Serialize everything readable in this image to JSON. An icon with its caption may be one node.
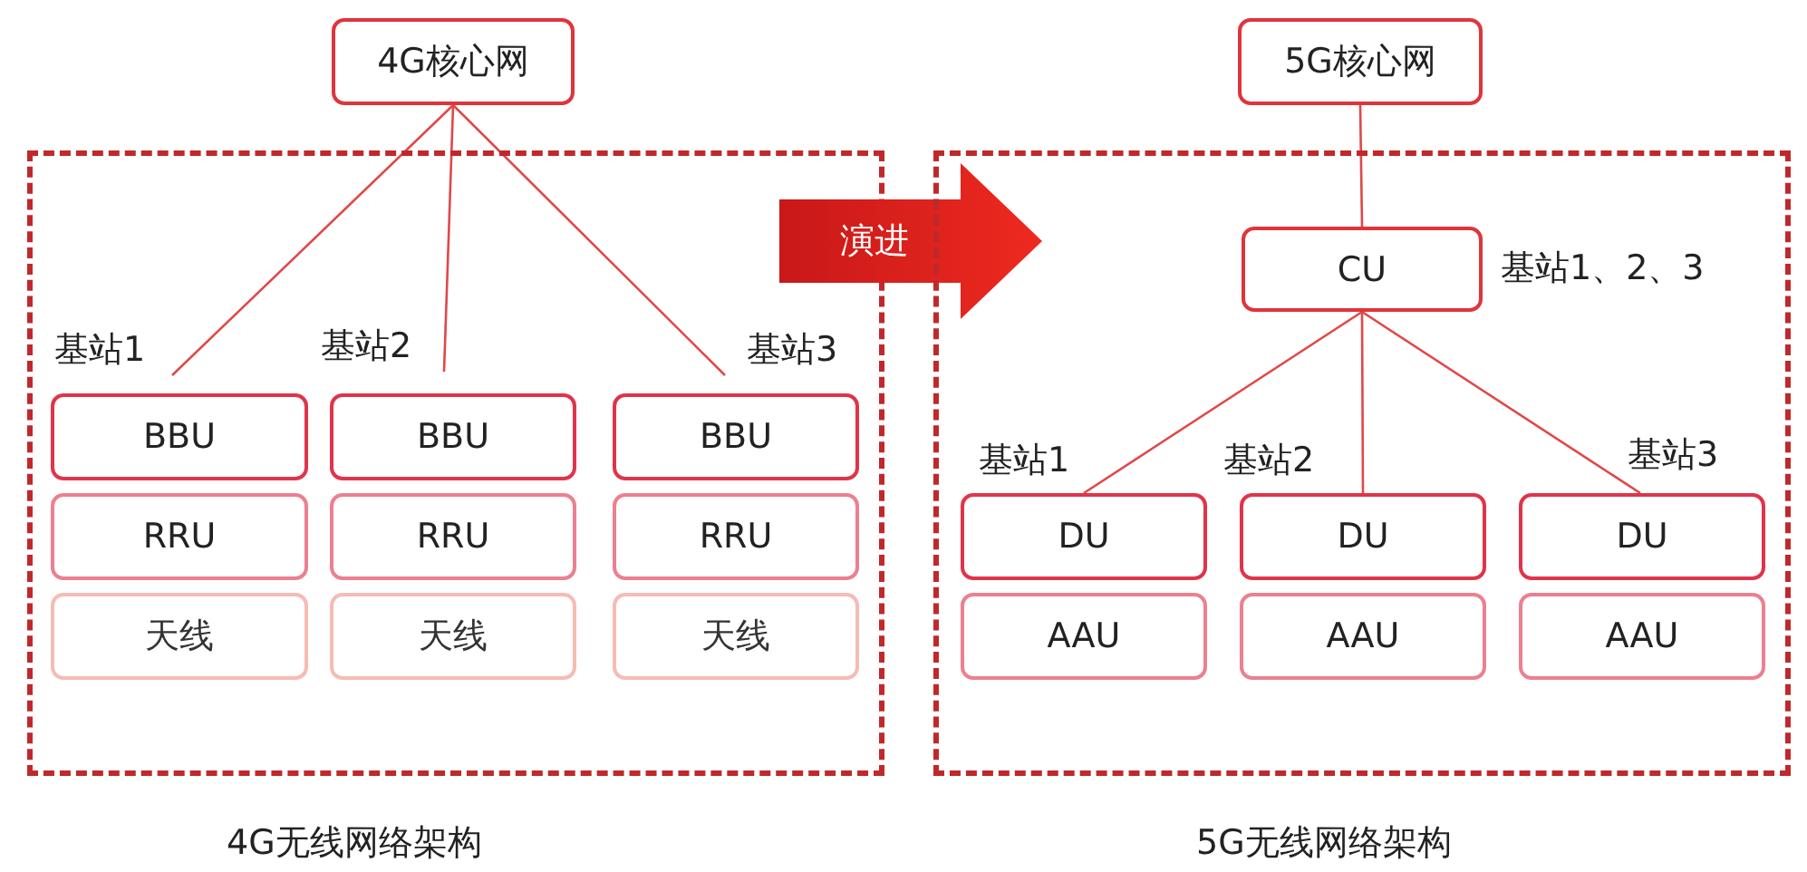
{
  "diagram": {
    "nodes": [
      {
        "text": [
          "4G核心网"
        ]
      },
      {
        "text": [],
        "shape": "box",
        "beside": [
          "4G无线网络架构"
        ]
      },
      {
        "text": [
          "BBU"
        ],
        "in": 1,
        "beside": [
          "基站1"
        ]
      },
      {
        "text": [
          "RRU"
        ],
        "in": 1
      },
      {
        "text": [
          "天线"
        ],
        "in": 1
      },
      {
        "text": [
          "BBU"
        ],
        "in": 1,
        "beside": [
          "基站2"
        ]
      },
      {
        "text": [
          "RRU"
        ],
        "in": 1
      },
      {
        "text": [
          "天线"
        ],
        "in": 1
      },
      {
        "text": [
          "BBU"
        ],
        "in": 1,
        "beside": [
          "基站3"
        ]
      },
      {
        "text": [
          "RRU"
        ],
        "in": 1
      },
      {
        "text": [
          "天线"
        ],
        "in": 1
      },
      {
        "text": [
          "演进"
        ]
      },
      {
        "text": [
          "5G核心网"
        ]
      },
      {
        "text": [],
        "shape": "box",
        "beside": [
          "5G无线网络架构"
        ]
      },
      {
        "text": [
          "CU"
        ],
        "in": 13,
        "beside": [
          "基站1、2、3"
        ]
      },
      {
        "text": [
          "DU"
        ],
        "in": 13,
        "beside": [
          "基站1"
        ]
      },
      {
        "text": [
          "AAU"
        ],
        "in": 13
      },
      {
        "text": [
          "DU"
        ],
        "in": 13,
        "beside": [
          "基站2"
        ]
      },
      {
        "text": [
          "AAU"
        ],
        "in": 13
      },
      {
        "text": [
          "DU"
        ],
        "in": 13,
        "beside": [
          "基站3"
        ]
      },
      {
        "text": [
          "AAU"
        ],
        "in": 13
      }
    ],
    "edges": [
      {
        "from": 0,
        "to": 2,
        "arrow": "none"
      },
      {
        "from": 0,
        "to": 5,
        "arrow": "none"
      },
      {
        "from": 0,
        "to": 8,
        "arrow": "none"
      },
      {
        "from": 12,
        "to": 14,
        "arrow": "none"
      },
      {
        "from": 14,
        "to": 15,
        "arrow": "none"
      },
      {
        "from": 14,
        "to": 17,
        "arrow": "none"
      },
      {
        "from": 14,
        "to": 19,
        "arrow": "none"
      }
    ]
  }
}
